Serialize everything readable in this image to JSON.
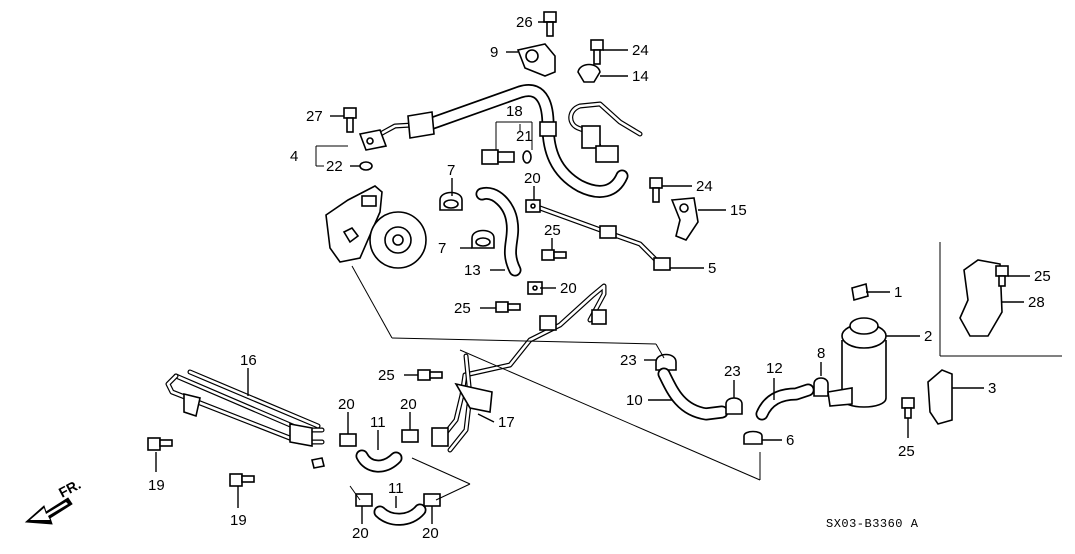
{
  "diagram": {
    "title": "Power steering hoses and pipes parts diagram",
    "drawing_code": "SX03-B3360 A",
    "direction_label": "FR.",
    "callouts": {
      "c1": "1",
      "c2": "2",
      "c3": "3",
      "c4": "4",
      "c5": "5",
      "c6": "6",
      "c7a": "7",
      "c7b": "7",
      "c8": "8",
      "c9": "9",
      "c10": "10",
      "c11a": "11",
      "c11b": "11",
      "c12": "12",
      "c13": "13",
      "c14": "14",
      "c15": "15",
      "c16": "16",
      "c17": "17",
      "c18": "18",
      "c19a": "19",
      "c19b": "19",
      "c20a": "20",
      "c20b": "20",
      "c20c": "20",
      "c20d": "20",
      "c20e": "20",
      "c20f": "20",
      "c21": "21",
      "c22": "22",
      "c23a": "23",
      "c23b": "23",
      "c24a": "24",
      "c24b": "24",
      "c25a": "25",
      "c25b": "25",
      "c25c": "25",
      "c25d": "25",
      "c25e": "25",
      "c26": "26",
      "c27": "27",
      "c28": "28"
    }
  }
}
